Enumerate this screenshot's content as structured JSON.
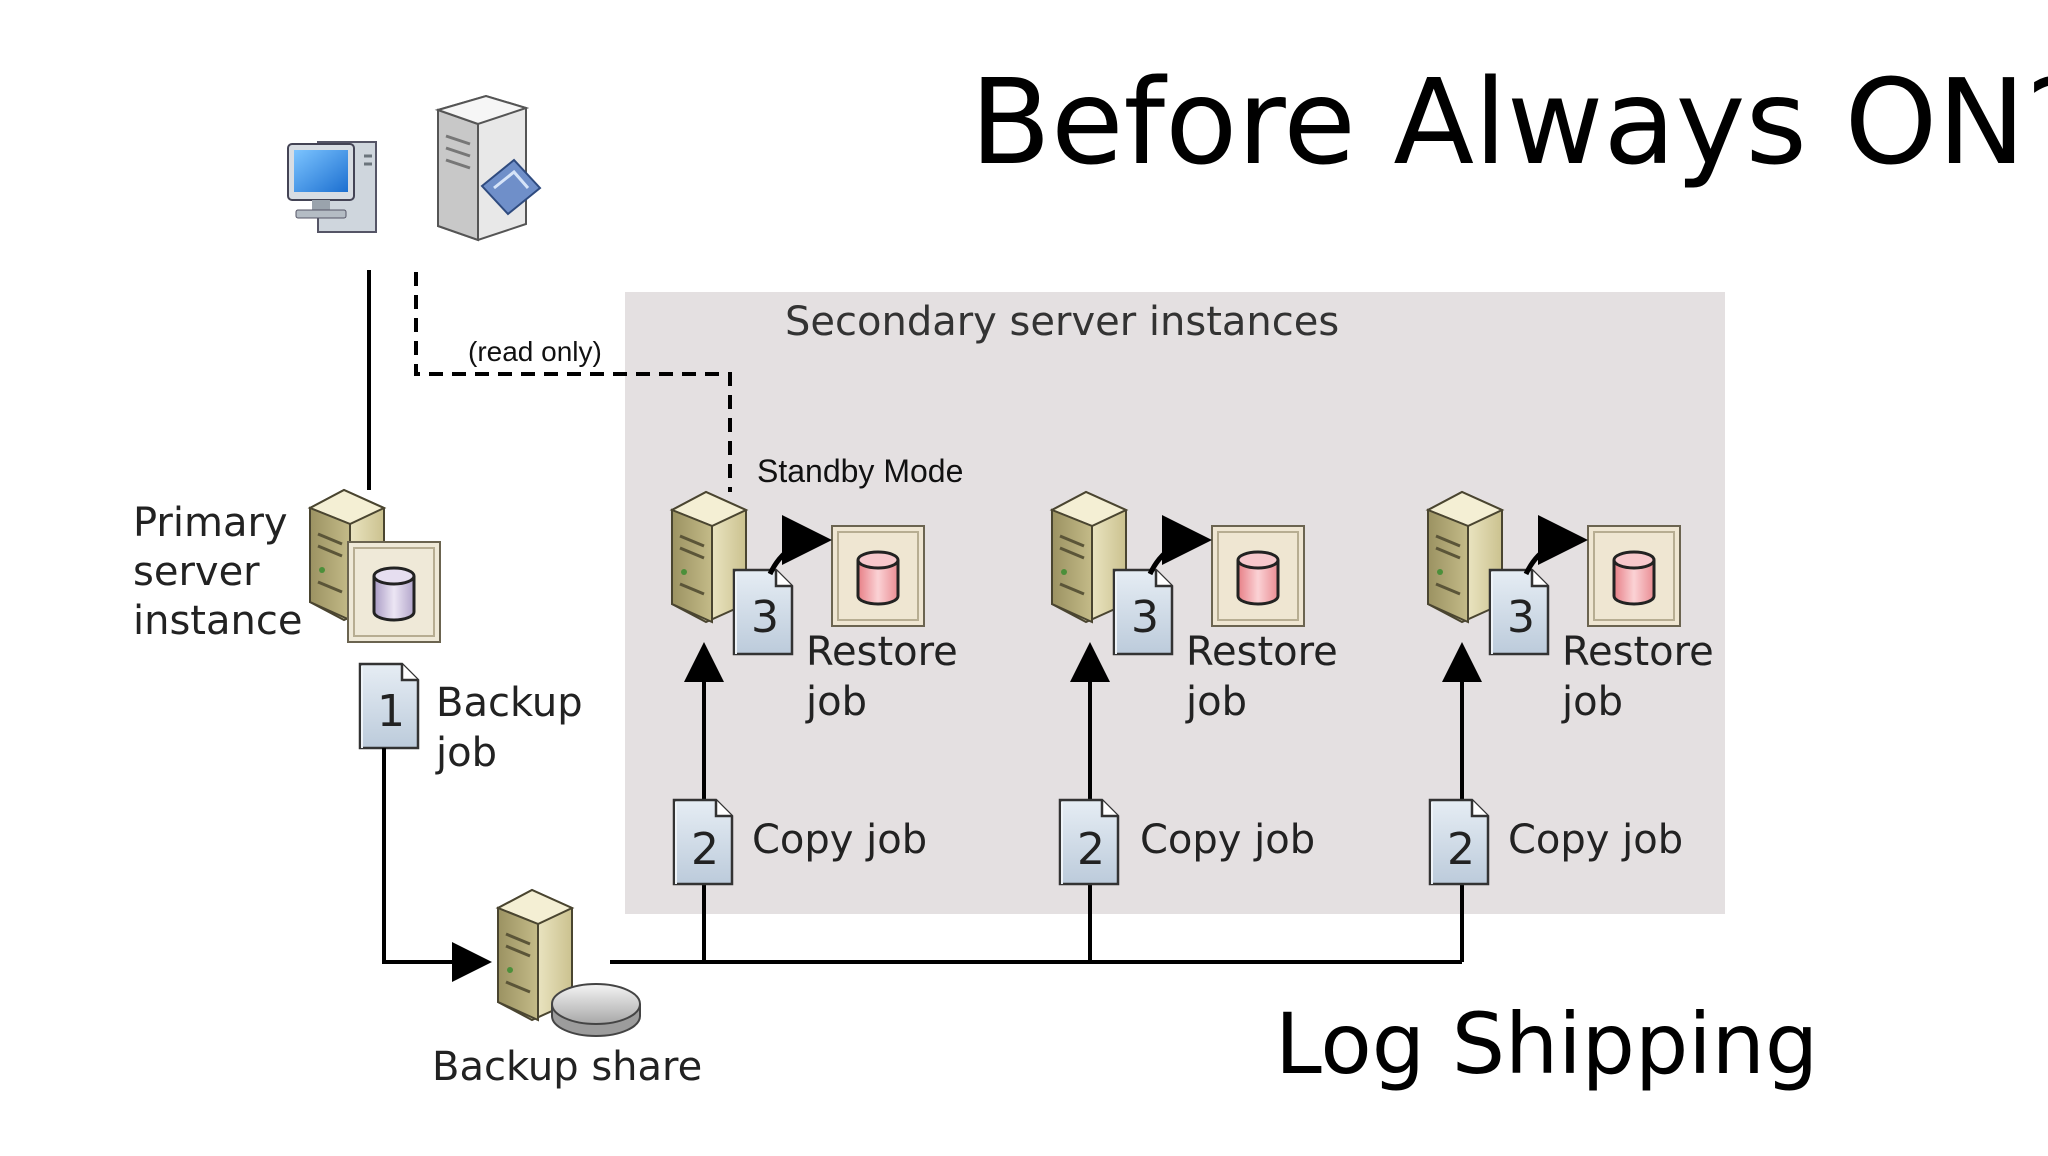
{
  "slide": {
    "title": "Before Always ON?",
    "subtitle": "Log Shipping"
  },
  "diagram": {
    "secondary_group_label": "Secondary server instances",
    "read_only_label": "(read only)",
    "standby_label": "Standby Mode",
    "primary_label": [
      "Primary",
      "server",
      "instance"
    ],
    "backup_job": {
      "step": "1",
      "label": [
        "Backup",
        "job"
      ]
    },
    "backup_share_label": "Backup share",
    "secondaries": [
      {
        "copy_step": "2",
        "copy_label": "Copy job",
        "restore_step": "3",
        "restore_label": [
          "Restore",
          "job"
        ]
      },
      {
        "copy_step": "2",
        "copy_label": "Copy job",
        "restore_step": "3",
        "restore_label": [
          "Restore",
          "job"
        ]
      },
      {
        "copy_step": "2",
        "copy_label": "Copy job",
        "restore_step": "3",
        "restore_label": [
          "Restore",
          "job"
        ]
      }
    ]
  },
  "icons": [
    "client-computer-icon",
    "web-server-icon",
    "server-icon",
    "database-icon",
    "document-icon",
    "disk-icon",
    "arrow-icon"
  ],
  "colors": {
    "secondary_panel": "#e4e0e1",
    "database_primary": "#c9bfd8",
    "database_secondary": "#f0a8ac",
    "document_fill": "#c9d6e3",
    "server_fill": "#ddd6b0"
  }
}
